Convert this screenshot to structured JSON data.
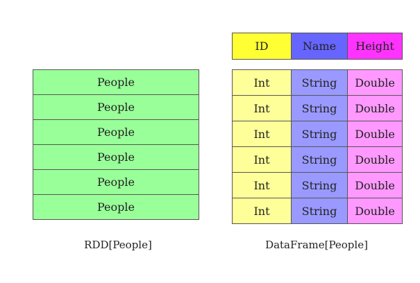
{
  "rdd": {
    "rows": [
      "People",
      "People",
      "People",
      "People",
      "People",
      "People"
    ],
    "caption": "RDD[People]"
  },
  "dataframe": {
    "headers": [
      "ID",
      "Name",
      "Height"
    ],
    "rows": [
      [
        "Int",
        "String",
        "Double"
      ],
      [
        "Int",
        "String",
        "Double"
      ],
      [
        "Int",
        "String",
        "Double"
      ],
      [
        "Int",
        "String",
        "Double"
      ],
      [
        "Int",
        "String",
        "Double"
      ],
      [
        "Int",
        "String",
        "Double"
      ]
    ],
    "caption": "DataFrame[People]"
  },
  "colors": {
    "rdd_fill": "#99ff99",
    "id_header": "#ffff33",
    "name_header": "#6666ff",
    "height_header": "#ff33ff",
    "int_cell": "#ffff99",
    "string_cell": "#9999ff",
    "double_cell": "#ff99ff"
  }
}
